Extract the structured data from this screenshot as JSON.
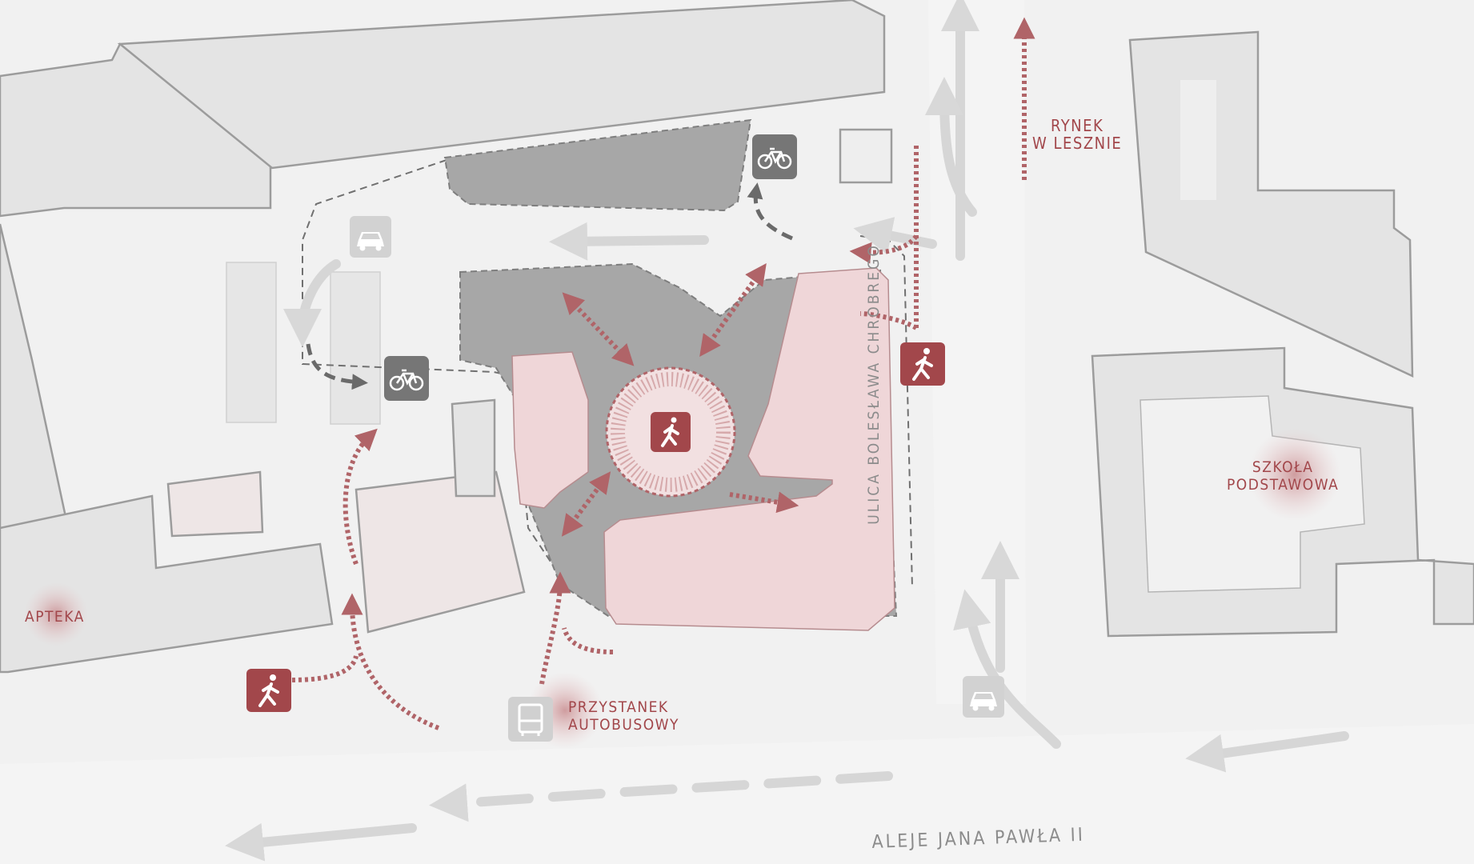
{
  "colors": {
    "background": "#f1f1f1",
    "building": "#e3e3e3",
    "building_outline": "#9b9b9b",
    "plaza": "#a9a9a9",
    "green_area": "#efd6d8",
    "accent": "#a2474b",
    "icon_gray": "#767676",
    "icon_light": "#d4d4d4"
  },
  "labels": {
    "rynek": "RYNEK\nW LESZNIE",
    "szkola": "SZKOŁA\nPODSTAWOWA",
    "apteka": "APTEKA",
    "przystanek": "PRZYSTANEK\nAUTOBUSOWY"
  },
  "streets": {
    "chrobrego": "ULICA BOLESŁAWA CHROBREGO",
    "jana_pawla": "ALEJE JANA PAWŁA II"
  },
  "icons": {
    "pedestrian": "pedestrian-icon",
    "bicycle": "bicycle-icon",
    "car": "car-icon",
    "bus": "bus-icon"
  }
}
